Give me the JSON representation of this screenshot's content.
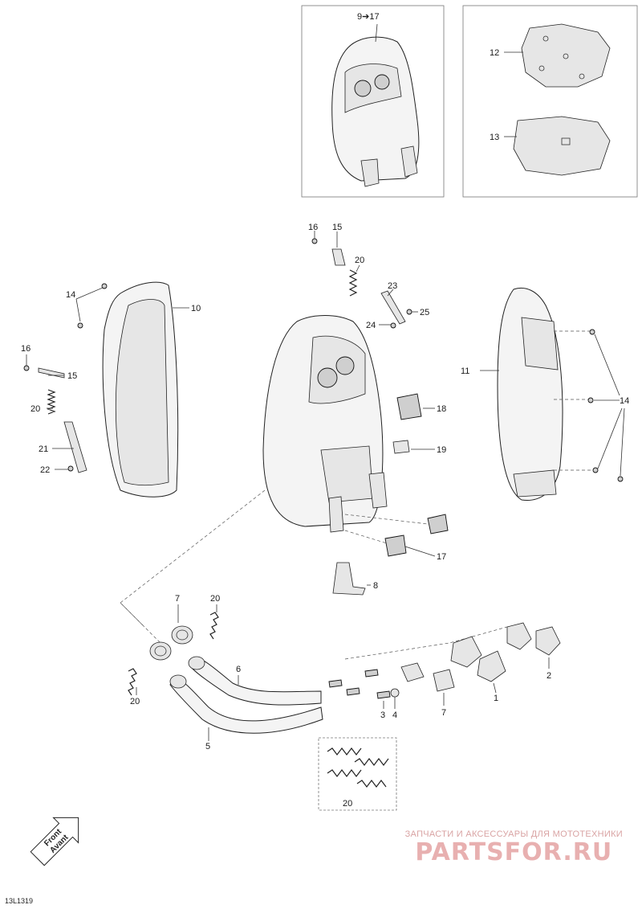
{
  "diagram_code": "13L1319",
  "callouts": {
    "c_9_17": "9➔17",
    "c12": "12",
    "c13": "13",
    "c16a": "16",
    "c15a": "15",
    "c20a": "20",
    "c23": "23",
    "c24": "24",
    "c25": "25",
    "c14a": "14",
    "c10": "10",
    "c16b": "16",
    "c15b": "15",
    "c20b": "20",
    "c21": "21",
    "c22": "22",
    "c11": "11",
    "c14b": "14",
    "c18": "18",
    "c19": "19",
    "c17": "17",
    "c8": "8",
    "c7a": "7",
    "c20c": "20",
    "c6": "6",
    "c20d": "20",
    "c5": "5",
    "c3": "3",
    "c4": "4",
    "c7b": "7",
    "c1": "1",
    "c2": "2",
    "c20e": "20"
  },
  "front_badge": {
    "line1": "Front",
    "line2": "Avant"
  },
  "watermark": {
    "tagline": "ЗАПЧАСТИ И АКСЕССУАРЫ ДЛЯ МОТОТЕХНИКИ",
    "brand": "PARTSFOR.RU",
    "color": "#e8b0b0"
  }
}
